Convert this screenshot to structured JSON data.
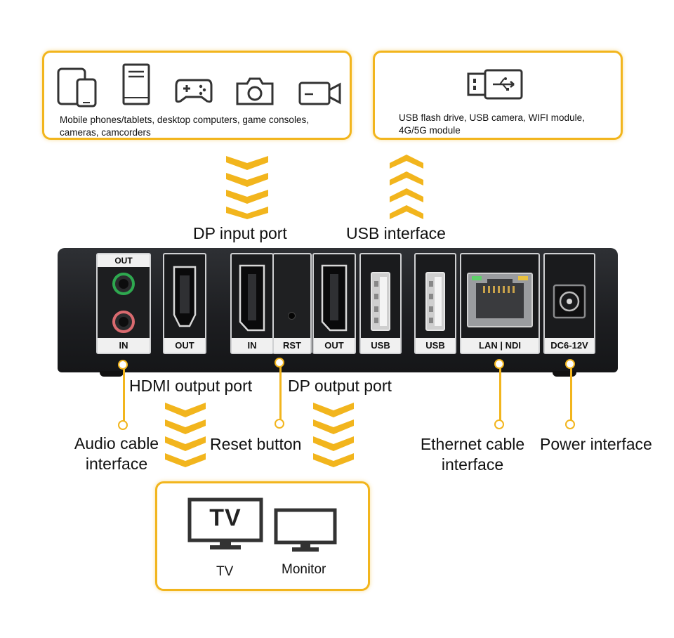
{
  "sources_box": {
    "text_line1": "Mobile phones/tablets, desktop computers, game consoles,",
    "text_line2": "cameras, camcorders"
  },
  "usb_box": {
    "text_line1": "USB flash drive, USB camera, WIFI module,",
    "text_line2": "4G/5G module"
  },
  "display_box": {
    "tv_screen_text": "TV",
    "tv_label": "TV",
    "monitor_label": "Monitor"
  },
  "labels": {
    "dp_input_port": "DP input port",
    "usb_interface": "USB interface",
    "hdmi_output_port": "HDMI output port",
    "dp_output_port": "DP output port",
    "audio_cable_interface_1": "Audio cable",
    "audio_cable_interface_2": "interface",
    "reset_button": "Reset button",
    "ethernet_cable_interface_1": "Ethernet cable",
    "ethernet_cable_interface_2": "interface",
    "power_interface": "Power interface"
  },
  "ports": {
    "audio_out": "OUT",
    "audio_in": "IN",
    "hdmi_out": "OUT",
    "dp_in": "IN",
    "rst": "RST",
    "dp_out": "OUT",
    "usb1": "USB",
    "usb2": "USB",
    "lan": "LAN | NDI",
    "dc": "DC6-12V"
  },
  "colors": {
    "accent": "#f2b51d",
    "device_body": "#1e1f22"
  }
}
